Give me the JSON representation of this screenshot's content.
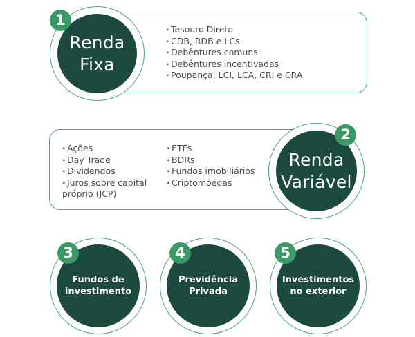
{
  "colors": {
    "dark_green": "#1d4a3e",
    "badge_green": "#3a9a65",
    "outline_green": "#4aa872",
    "text_gray": "#4a4a4a"
  },
  "categories": [
    {
      "number": "1",
      "title_line1": "Renda",
      "title_line2": "Fixa",
      "items": [
        "Tesouro Direto",
        "CDB, RDB e LCs",
        "Debêntures comuns",
        "Debêntures incentivadas",
        "Poupança, LCI, LCA, CRI e CRA"
      ]
    },
    {
      "number": "2",
      "title_line1": "Renda",
      "title_line2": "Variável",
      "items_col1": [
        "Ações",
        "Day Trade",
        "Dividendos",
        "Juros sobre capital",
        "próprio (JCP)"
      ],
      "items_col2": [
        "ETFs",
        "BDRs",
        "Fundos imobiliários",
        "Criptomoedas"
      ]
    },
    {
      "number": "3",
      "title_line1": "Fundos de",
      "title_line2": "investimento"
    },
    {
      "number": "4",
      "title_line1": "Previdência",
      "title_line2": "Privada"
    },
    {
      "number": "5",
      "title_line1": "Investimentos",
      "title_line2": "no exterior"
    }
  ]
}
